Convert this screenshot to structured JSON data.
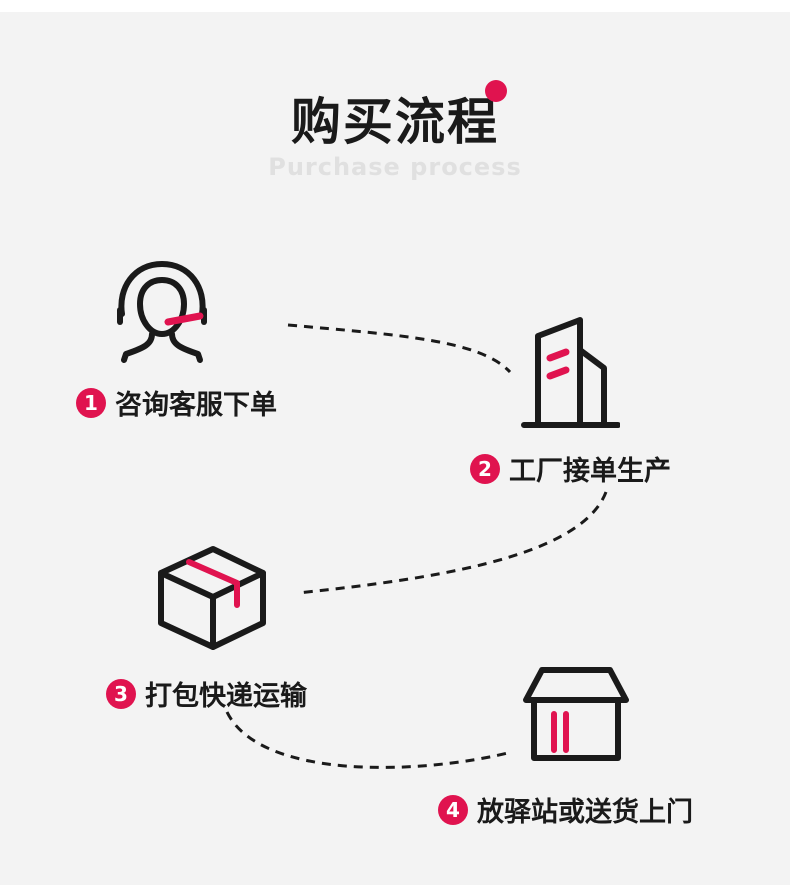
{
  "header": {
    "title": "购买流程",
    "subtitle": "Purchase process"
  },
  "colors": {
    "accent": "#e0134f",
    "text": "#1a1a1a",
    "background": "#f3f3f3"
  },
  "steps": [
    {
      "number": "1",
      "label": "咨询客服下单",
      "icon": "customer-service-headset-icon"
    },
    {
      "number": "2",
      "label": "工厂接单生产",
      "icon": "factory-building-icon"
    },
    {
      "number": "3",
      "label": "打包快递运输",
      "icon": "package-box-icon"
    },
    {
      "number": "4",
      "label": "放驿站或送货上门",
      "icon": "storefront-delivery-icon"
    }
  ]
}
